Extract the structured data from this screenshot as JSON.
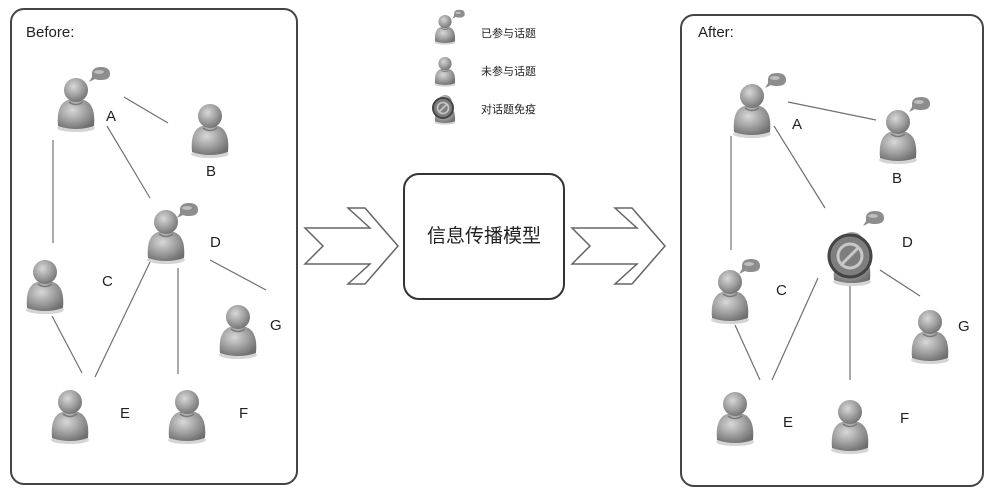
{
  "before_panel": {
    "title": "Before:"
  },
  "after_panel": {
    "title": "After:"
  },
  "model_box": {
    "label": "信息传播模型"
  },
  "legend": [
    {
      "icon": "person-with-bubble-icon",
      "text": "已参与话题"
    },
    {
      "icon": "person-icon",
      "text": "未参与话题"
    },
    {
      "icon": "immune-no-icon",
      "text": "对话题免疫"
    }
  ],
  "nodes": {
    "A": "A",
    "B": "B",
    "C": "C",
    "D": "D",
    "E": "E",
    "F": "F",
    "G": "G"
  },
  "colors": {
    "person": "#9b9b9b",
    "person_dark": "#6e6e6e",
    "immune_ring": "#555555",
    "immune_fill": "#8a8a8a",
    "border": "#444444",
    "edge": "#666666"
  }
}
